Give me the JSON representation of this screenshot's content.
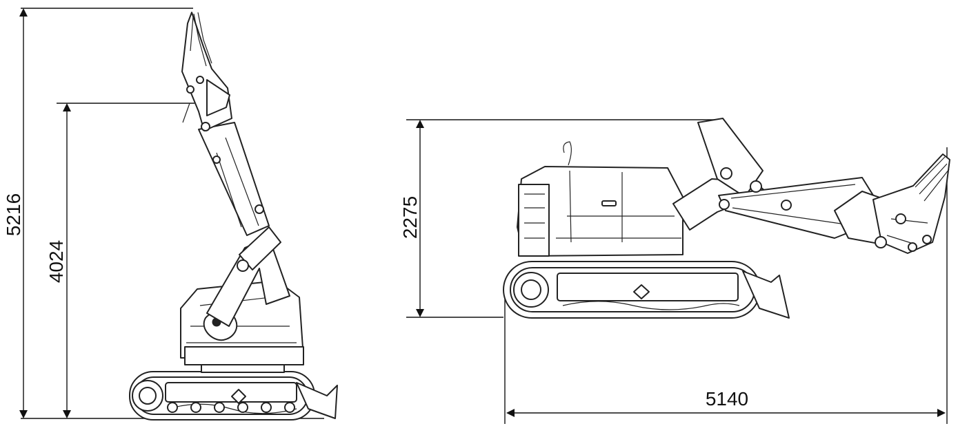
{
  "dimensions": {
    "total_height": "5216",
    "boom_height": "4024",
    "transport_height": "2275",
    "transport_length": "5140"
  },
  "colors": {
    "line": "#111111",
    "machine_stroke": "#222222",
    "background": "#ffffff"
  }
}
